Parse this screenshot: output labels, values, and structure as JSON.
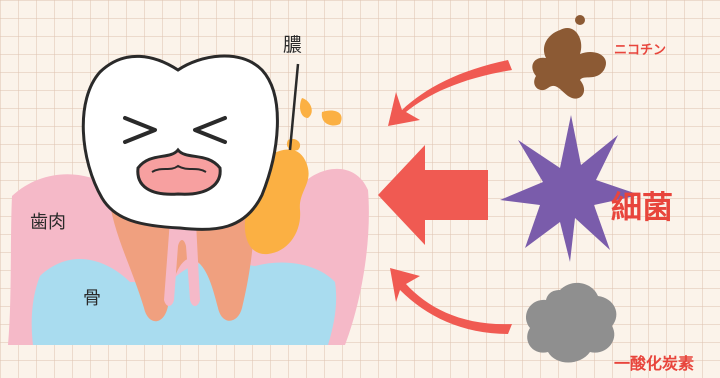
{
  "labels": {
    "pus": "膿",
    "gum": "歯肉",
    "bone": "骨",
    "nicotine": "ニコチン",
    "bacteria": "細菌",
    "carbon_monoxide": "一酸化炭素"
  },
  "colors": {
    "accent_red": "#e8453c",
    "gum": "#f5b9c8",
    "bone": "#a9dcef",
    "root": "#f0a07f",
    "pus": "#fbb043",
    "nicotine": "#8c5a34",
    "bacteria": "#7a5cab",
    "carbon_monoxide": "#8f8f8f"
  },
  "icons": {
    "nicotine": "brown-splat-icon",
    "bacteria": "purple-starburst-icon",
    "carbon_monoxide": "gray-cloud-icon",
    "arrows": "red-arrow-icon"
  }
}
